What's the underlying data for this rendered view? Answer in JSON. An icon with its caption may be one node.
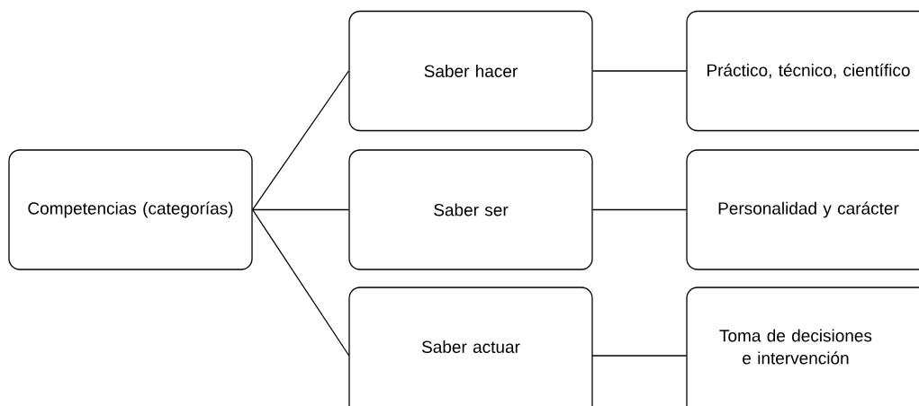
{
  "diagram": {
    "nodes": [
      {
        "text": [
          "Competencias (categorías)"
        ]
      },
      {
        "text": [
          "Saber hacer"
        ]
      },
      {
        "text": [
          "Saber ser"
        ]
      },
      {
        "text": [
          "Saber actuar"
        ]
      },
      {
        "text": [
          "Práctico, técnico, científico"
        ]
      },
      {
        "text": [
          "Personalidad y carácter"
        ]
      },
      {
        "text": [
          "Toma de decisiones e intervención"
        ]
      }
    ],
    "edges": [
      {
        "from": 0,
        "to": 1,
        "arrow": "none"
      },
      {
        "from": 0,
        "to": 2,
        "arrow": "none"
      },
      {
        "from": 0,
        "to": 3,
        "arrow": "none"
      },
      {
        "from": 1,
        "to": 4,
        "arrow": "none"
      },
      {
        "from": 2,
        "to": 5,
        "arrow": "none"
      },
      {
        "from": 3,
        "to": 6,
        "arrow": "none"
      }
    ]
  }
}
